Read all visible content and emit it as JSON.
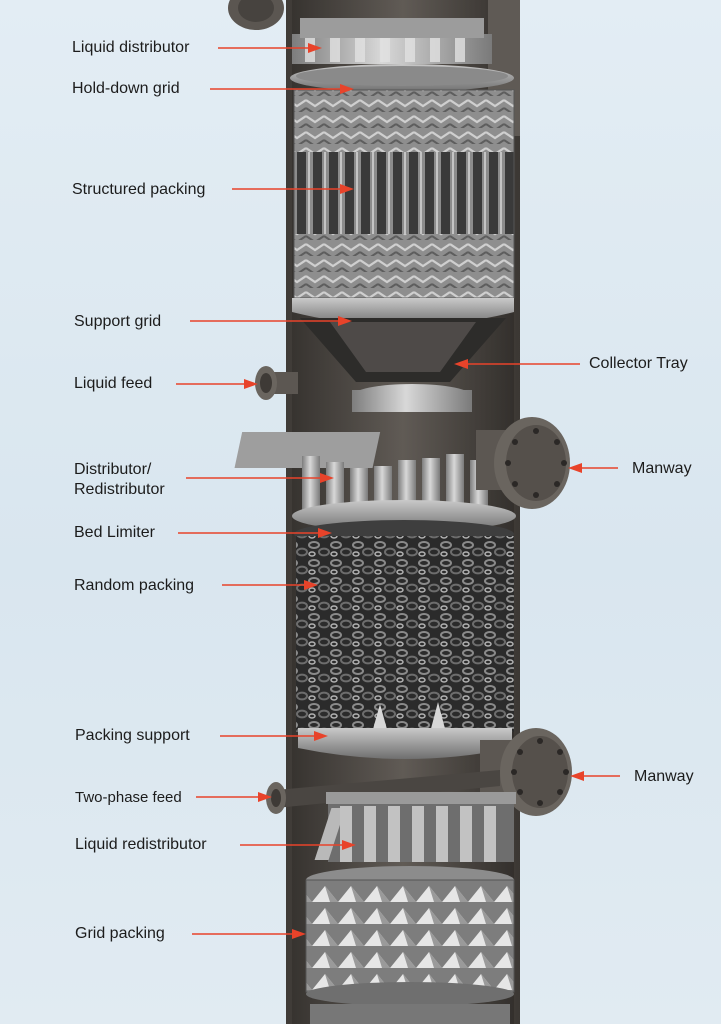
{
  "colors": {
    "arrow": "#e8432a",
    "shell": "#4f4a45",
    "shell_light": "#6d6760",
    "metal": "#a9a9a9",
    "background": "#dde9f1"
  },
  "labels_left": [
    {
      "key": "liquid-distributor",
      "text": "Liquid distributor"
    },
    {
      "key": "hold-down-grid",
      "text": "Hold-down grid"
    },
    {
      "key": "structured-packing",
      "text": "Structured packing"
    },
    {
      "key": "support-grid",
      "text": "Support grid"
    },
    {
      "key": "liquid-feed",
      "text": "Liquid feed"
    },
    {
      "key": "distributor-redistributor",
      "text": "Distributor/\nRedistributor"
    },
    {
      "key": "bed-limiter",
      "text": "Bed Limiter"
    },
    {
      "key": "random-packing",
      "text": "Random packing"
    },
    {
      "key": "packing-support",
      "text": "Packing support"
    },
    {
      "key": "two-phase-feed",
      "text": "Two-phase feed"
    },
    {
      "key": "liquid-redistributor",
      "text": "Liquid redistributor"
    },
    {
      "key": "grid-packing",
      "text": "Grid packing"
    }
  ],
  "labels_right": [
    {
      "key": "collector-tray",
      "text": "Collector Tray"
    },
    {
      "key": "manway-upper",
      "text": "Manway"
    },
    {
      "key": "manway-lower",
      "text": "Manway"
    }
  ]
}
